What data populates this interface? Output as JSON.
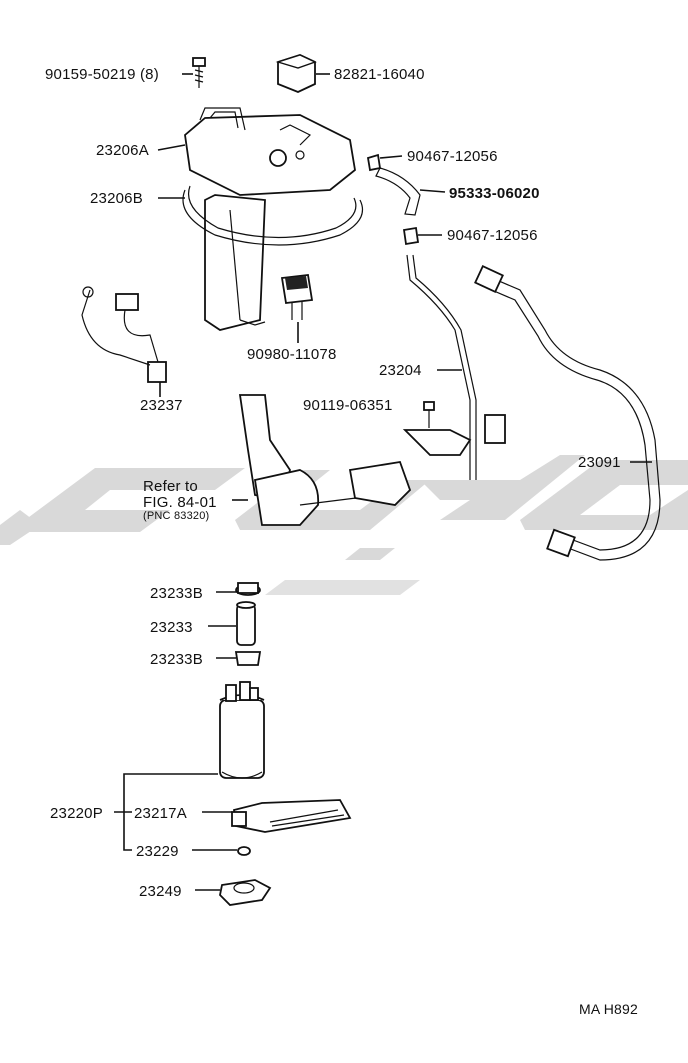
{
  "labels": {
    "bolt_top": "90159-50219 (8)",
    "cap": "82821-16040",
    "gasket_a": "23206A",
    "gasket_b": "23206B",
    "clamp_1": "90467-12056",
    "hose": "95333-06020",
    "clamp_2": "90467-12056",
    "connector_small": "90980-11078",
    "wire_harness": "23237",
    "fuel_pipe": "23204",
    "screw": "90119-06351",
    "fuel_hose_long": "23091",
    "refer_line1": "Refer to",
    "refer_line2": "FIG. 84-01",
    "refer_line3": "(PNC 83320)",
    "cushion_b_top": "23233B",
    "cushion": "23233",
    "cushion_b_bottom": "23233B",
    "pump_assy": "23220P",
    "filter": "23217A",
    "clip": "23229",
    "bracket": "23249",
    "footer": "MA  H892"
  }
}
